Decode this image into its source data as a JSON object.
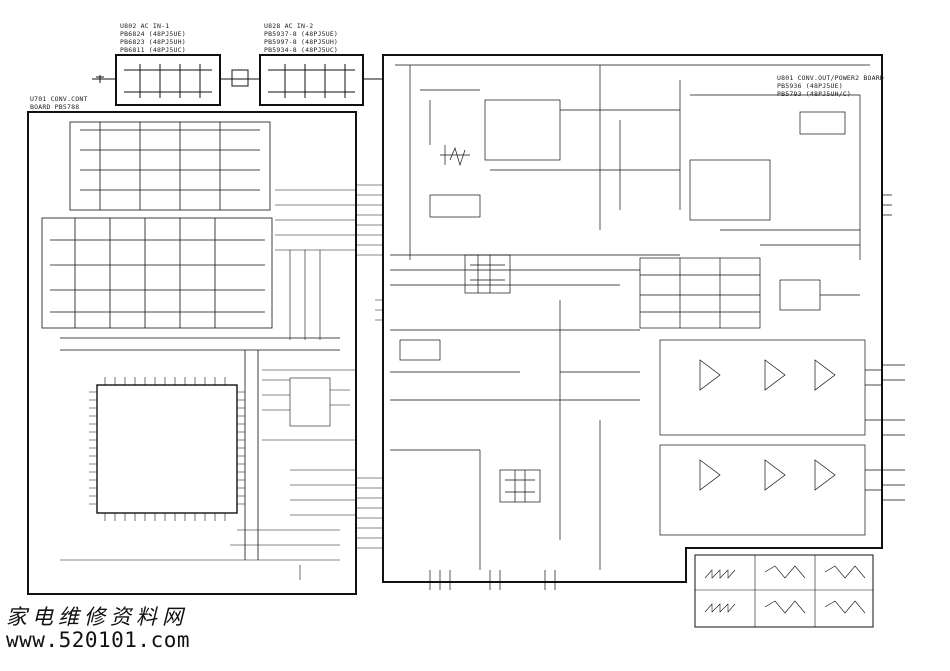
{
  "boards": {
    "u802": {
      "title": "U802 AC IN-1",
      "lines": [
        "PB6824 (48PJ5UE)",
        "PB6823 (48PJ5UH)",
        "PB6811 (48PJ5UC)"
      ]
    },
    "u828": {
      "title": "U828 AC IN-2",
      "lines": [
        "PB5937-8 (48PJ5UE)",
        "PB5997-8 (48PJ5UH)",
        "PB5934-8 (48PJ5UC)"
      ]
    },
    "u701": {
      "title": "U701 CONV.CONT",
      "lines": [
        "BOARD PB5788"
      ]
    },
    "u801": {
      "title": "U801 CONV.OUT/POWER2 BOARD",
      "lines": [
        "PB5936 (48PJ5UE)",
        "PB5793 (48PJ5UH/C)"
      ]
    }
  },
  "watermark": {
    "chinese": "家电维修资料网",
    "url": "www.520101.com"
  }
}
